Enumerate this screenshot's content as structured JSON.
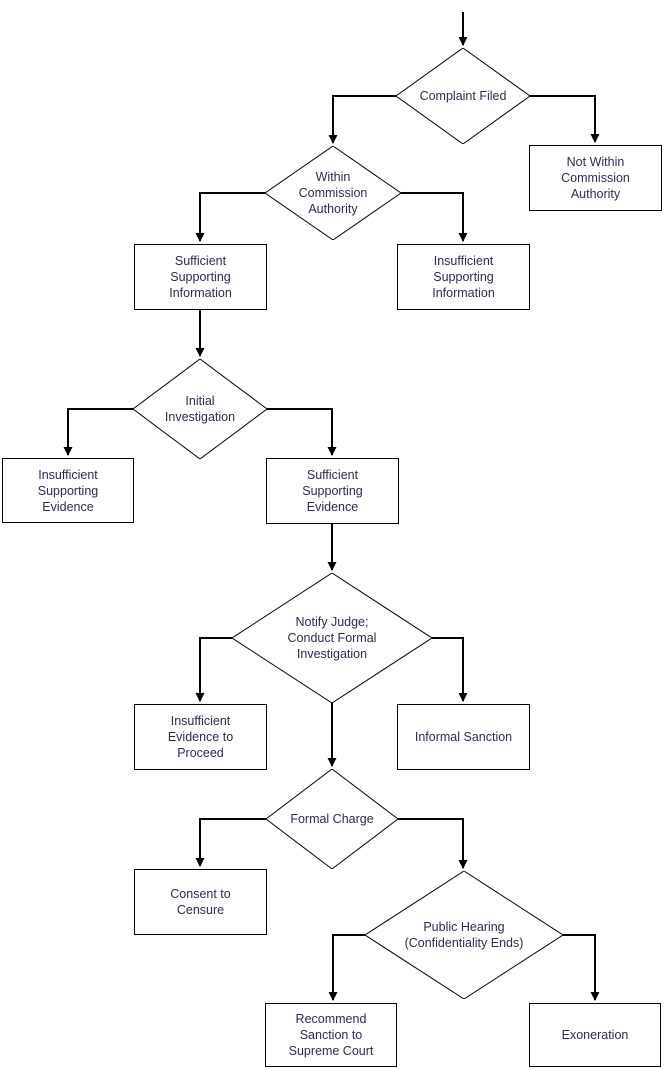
{
  "colors": {
    "background": "#ffffff",
    "line": "#000000",
    "node_fill": "#ffffff",
    "node_border": "#000000",
    "text": "#35284e"
  },
  "nodes": {
    "complaint_filed": {
      "label": "Complaint Filed",
      "shape": "diamond"
    },
    "not_within_commission_authority": {
      "label": "Not Within\nCommission\nAuthority",
      "shape": "rectangle"
    },
    "within_commission_authority": {
      "label": "Within\nCommission\nAuthority",
      "shape": "diamond"
    },
    "sufficient_supporting_information": {
      "label": "Sufficient\nSupporting\nInformation",
      "shape": "rectangle"
    },
    "insufficient_supporting_information": {
      "label": "Insufficient\nSupporting\nInformation",
      "shape": "rectangle"
    },
    "initial_investigation": {
      "label": "Initial\nInvestigation",
      "shape": "diamond"
    },
    "insufficient_supporting_evidence": {
      "label": "Insufficient\nSupporting\nEvidence",
      "shape": "rectangle"
    },
    "sufficient_supporting_evidence": {
      "label": "Sufficient\nSupporting\nEvidence",
      "shape": "rectangle"
    },
    "notify_judge_conduct_formal_investigation": {
      "label": "Notify Judge;\nConduct Formal\nInvestigation",
      "shape": "diamond"
    },
    "insufficient_evidence_to_proceed": {
      "label": "Insufficient\nEvidence to\nProceed",
      "shape": "rectangle"
    },
    "informal_sanction": {
      "label": "Informal Sanction",
      "shape": "rectangle"
    },
    "formal_charge": {
      "label": "Formal Charge",
      "shape": "diamond"
    },
    "consent_to_censure": {
      "label": "Consent to\nCensure",
      "shape": "rectangle"
    },
    "public_hearing": {
      "label": "Public Hearing\n(Confidentiality Ends)",
      "shape": "diamond"
    },
    "recommend_sanction_to_supreme_court": {
      "label": "Recommend\nSanction to\nSupreme Court",
      "shape": "rectangle"
    },
    "exoneration": {
      "label": "Exoneration",
      "shape": "rectangle"
    }
  },
  "edges": [
    {
      "from": "start",
      "to": "complaint_filed"
    },
    {
      "from": "complaint_filed",
      "to": "within_commission_authority"
    },
    {
      "from": "complaint_filed",
      "to": "not_within_commission_authority"
    },
    {
      "from": "within_commission_authority",
      "to": "sufficient_supporting_information"
    },
    {
      "from": "within_commission_authority",
      "to": "insufficient_supporting_information"
    },
    {
      "from": "sufficient_supporting_information",
      "to": "initial_investigation"
    },
    {
      "from": "initial_investigation",
      "to": "insufficient_supporting_evidence"
    },
    {
      "from": "initial_investigation",
      "to": "sufficient_supporting_evidence"
    },
    {
      "from": "sufficient_supporting_evidence",
      "to": "notify_judge_conduct_formal_investigation"
    },
    {
      "from": "notify_judge_conduct_formal_investigation",
      "to": "insufficient_evidence_to_proceed"
    },
    {
      "from": "notify_judge_conduct_formal_investigation",
      "to": "informal_sanction"
    },
    {
      "from": "notify_judge_conduct_formal_investigation",
      "to": "formal_charge"
    },
    {
      "from": "formal_charge",
      "to": "consent_to_censure"
    },
    {
      "from": "formal_charge",
      "to": "public_hearing"
    },
    {
      "from": "public_hearing",
      "to": "recommend_sanction_to_supreme_court"
    },
    {
      "from": "public_hearing",
      "to": "exoneration"
    }
  ]
}
